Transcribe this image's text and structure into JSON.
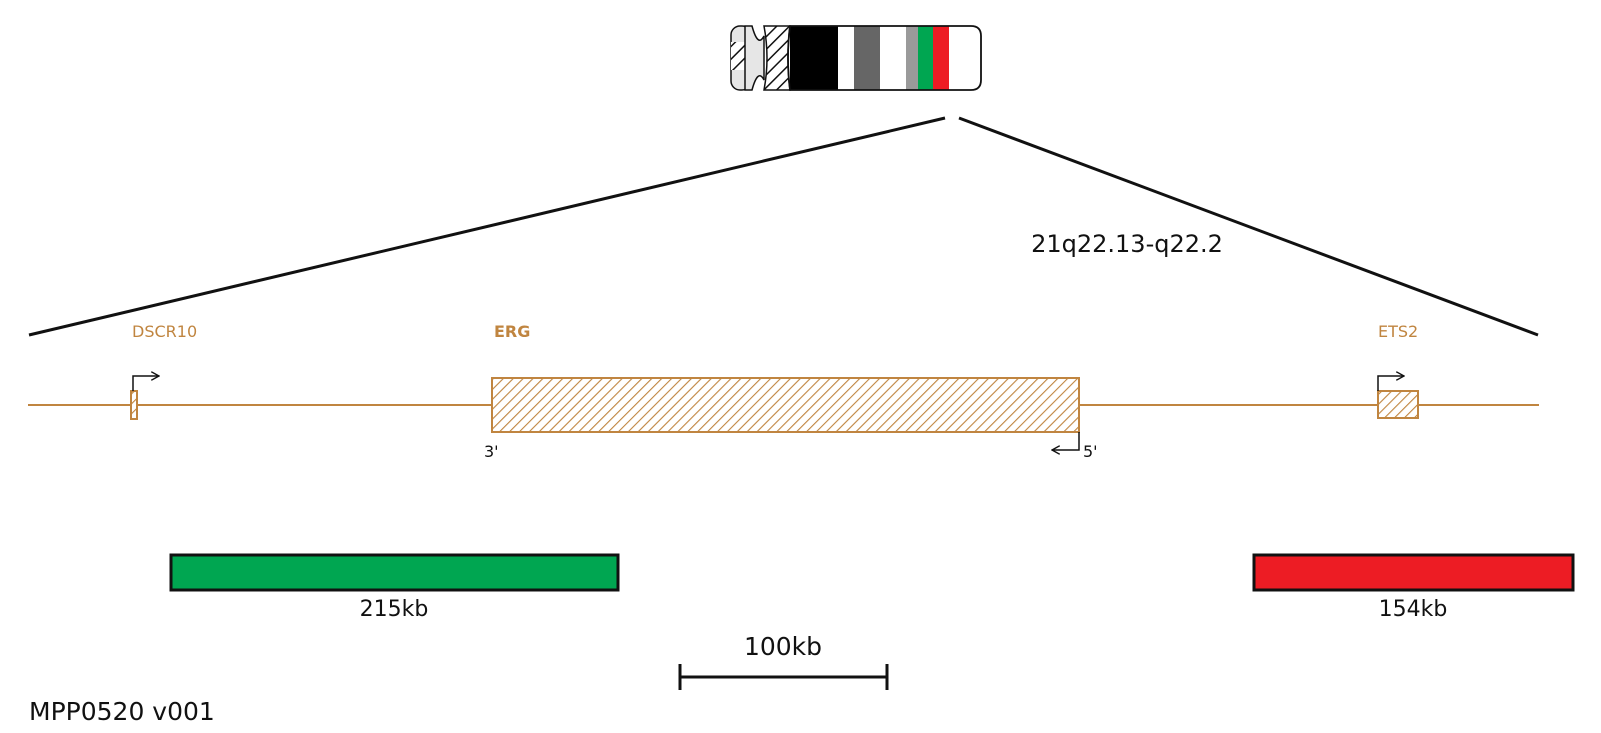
{
  "region_label": "21q22.13-q22.2",
  "genes": [
    {
      "name": "DSCR10",
      "emphasis": false
    },
    {
      "name": "ERG",
      "emphasis": true
    },
    {
      "name": "ETS2",
      "emphasis": false
    }
  ],
  "erg_ends": {
    "left": "3'",
    "right": "5'"
  },
  "probes": [
    {
      "size_label": "215kb",
      "color": "#00a651"
    },
    {
      "size_label": "154kb",
      "color": "#ed1c24"
    }
  ],
  "scale_bar_label": "100kb",
  "product_code": "MPP0520 v001",
  "colors": {
    "gene": "#c08540",
    "outline": "#111111",
    "band_black": "#000000",
    "band_dark_gray": "#666666",
    "band_gray": "#9a9a9a",
    "band_light": "#e6e6e6"
  }
}
